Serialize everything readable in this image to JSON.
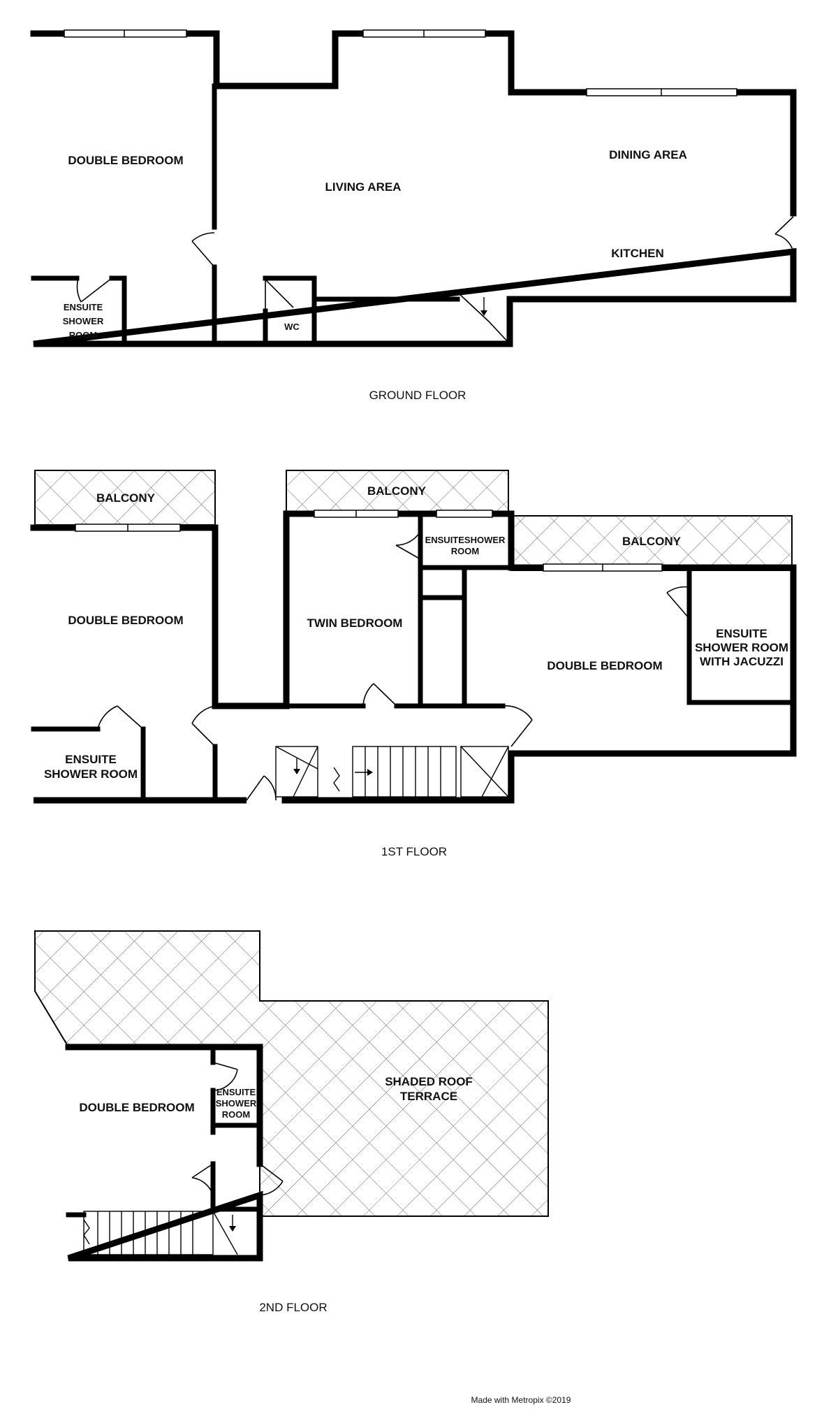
{
  "ground_floor": {
    "label": "GROUND FLOOR",
    "rooms": {
      "double_bedroom": "DOUBLE BEDROOM",
      "living_area": "LIVING AREA",
      "dining_area": "DINING AREA",
      "kitchen": "KITCHEN",
      "ensuite_line1": "ENSUITE",
      "ensuite_line2": "SHOWER",
      "ensuite_line3": "ROOM",
      "wc": "WC"
    }
  },
  "first_floor": {
    "label": "1ST FLOOR",
    "rooms": {
      "balcony_left": "BALCONY",
      "balcony_mid": "BALCONY",
      "balcony_right": "BALCONY",
      "double_bedroom_left": "DOUBLE BEDROOM",
      "twin_bedroom": "TWIN BEDROOM",
      "double_bedroom_right": "DOUBLE BEDROOM",
      "ensuite_mid_line1": "ENSUITESHOWER",
      "ensuite_mid_line2": "ROOM",
      "ensuite_left_line1": "ENSUITE",
      "ensuite_left_line2": "SHOWER ROOM",
      "ensuite_right_line1": "ENSUITE",
      "ensuite_right_line2": "SHOWER ROOM",
      "ensuite_right_line3": "WITH JACUZZI"
    }
  },
  "second_floor": {
    "label": "2ND FLOOR",
    "rooms": {
      "double_bedroom": "DOUBLE BEDROOM",
      "ensuite_line1": "ENSUITE",
      "ensuite_line2": "SHOWER",
      "ensuite_line3": "ROOM",
      "terrace_line1": "SHADED ROOF",
      "terrace_line2": "TERRACE"
    }
  },
  "credit": "Made with Metropix ©2019"
}
